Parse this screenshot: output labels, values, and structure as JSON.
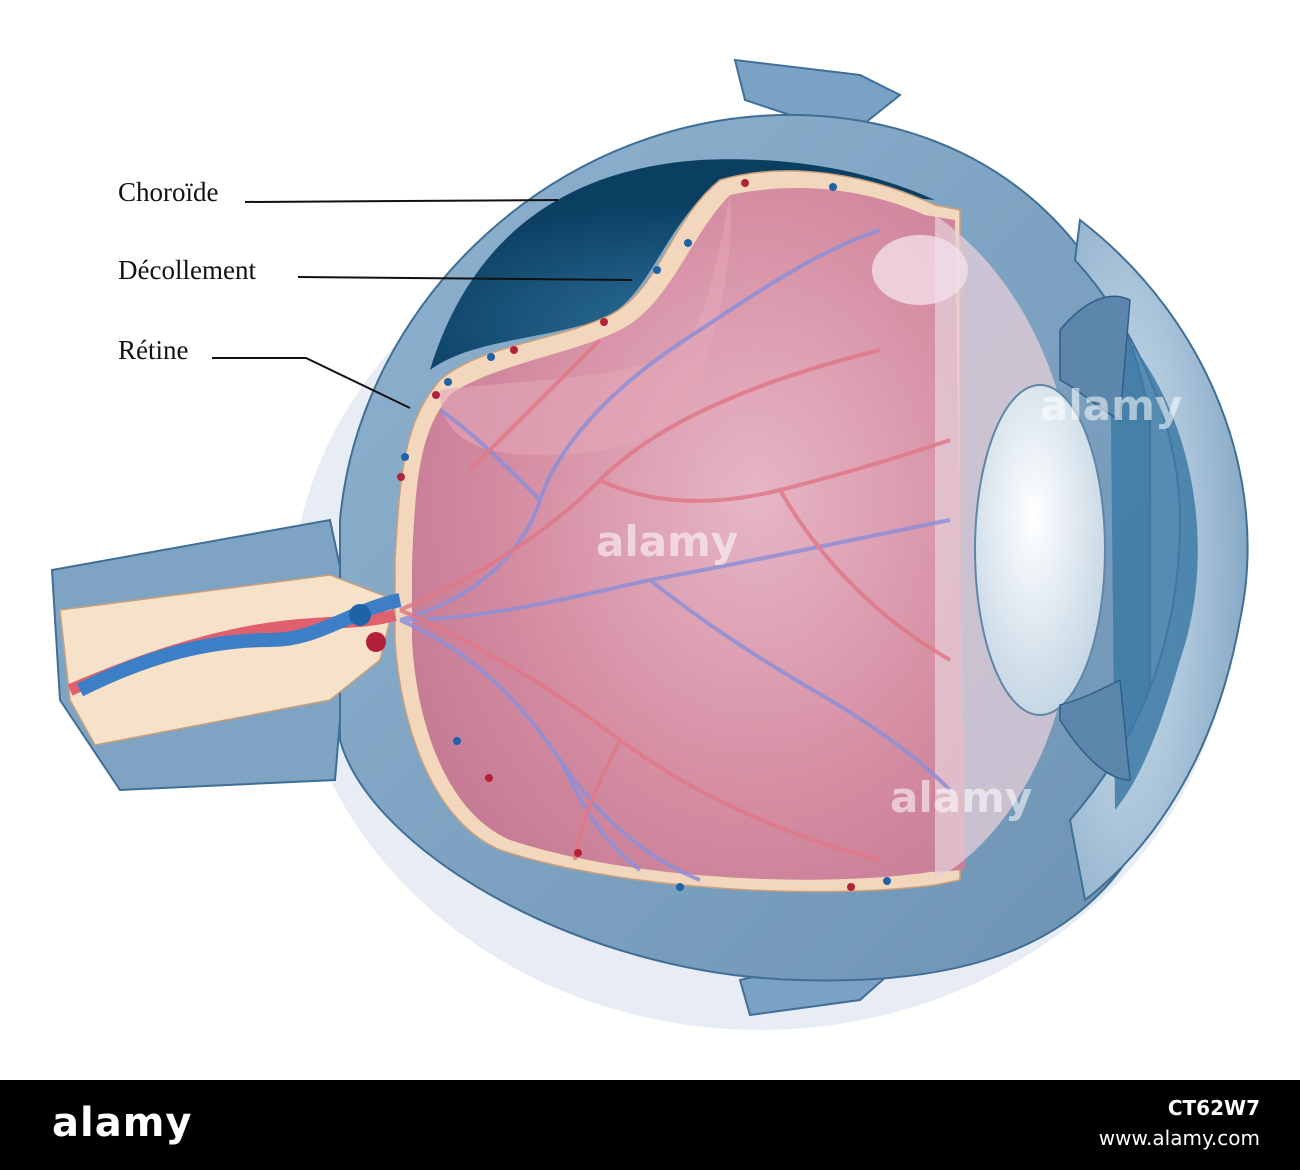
{
  "labels": {
    "choroide": "Choroïde",
    "decollement": "Décollement",
    "retine": "Rétine"
  },
  "watermark": "alamy",
  "footer": {
    "logo": "alamy",
    "image_code": "CT62W7",
    "url": "www.alamy.com"
  },
  "colors": {
    "sclera": "#7fa4c2",
    "choroid_dark": "#0e4a70",
    "retina": "#f6dcc4",
    "vitreous": "#d98ea4",
    "artery": "#e06070",
    "vein": "#8f8fd6",
    "lens": "#e8f0f6"
  }
}
